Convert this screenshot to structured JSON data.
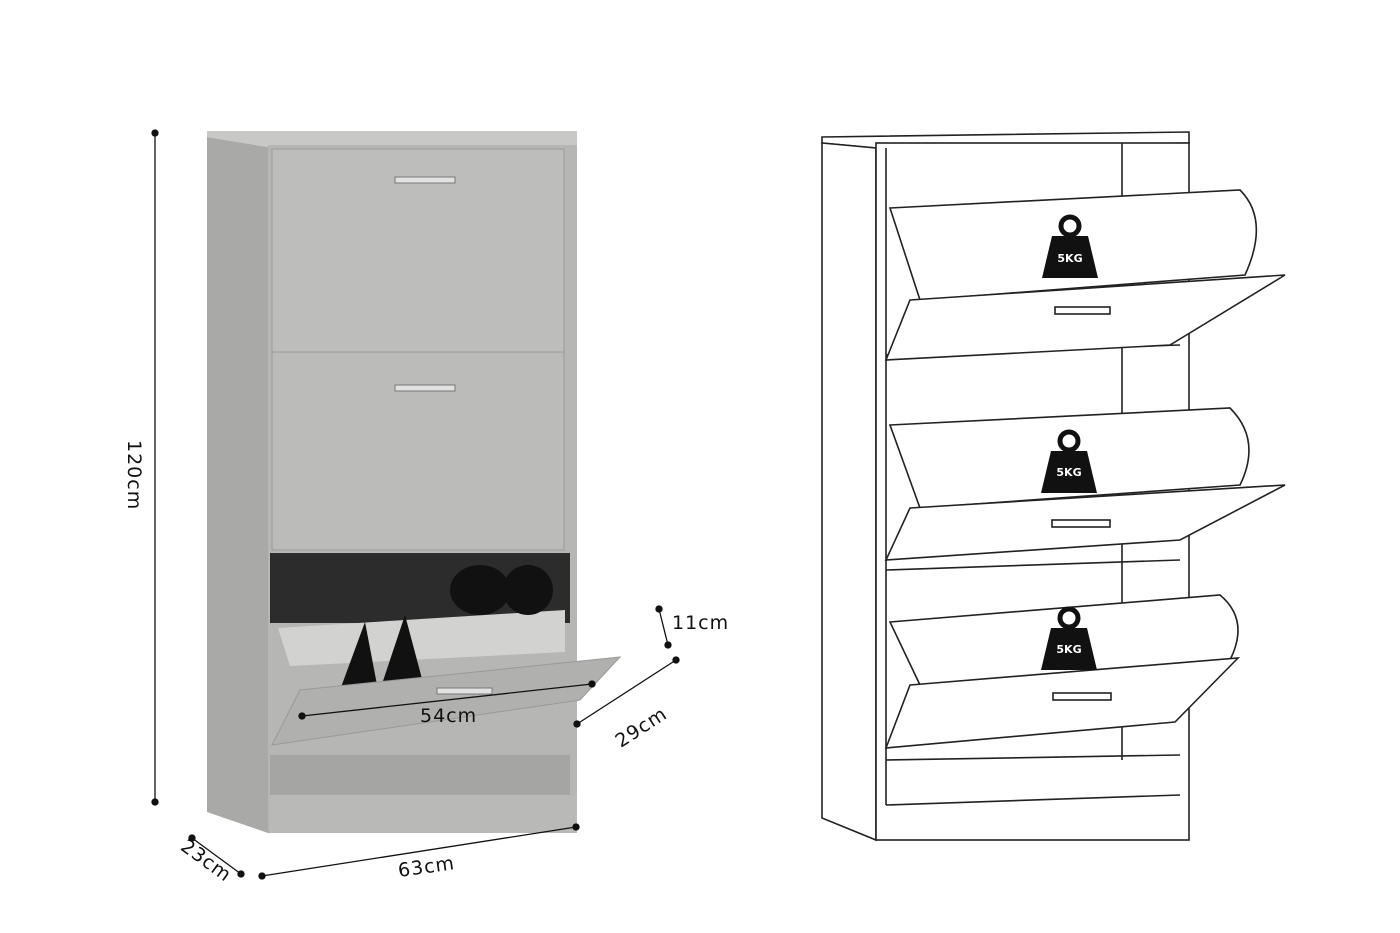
{
  "dimensions": {
    "height": "120cm",
    "width": "63cm",
    "depth": "23cm",
    "inner_width": "54cm",
    "flap_depth": "29cm",
    "flap_gap": "11cm"
  },
  "load_labels": [
    "5KG",
    "5KG",
    "5KG"
  ],
  "colors": {
    "cabinet": "#b9b9b7",
    "cabinet_dark": "#8f8f8d",
    "line": "#222222",
    "weight": "#111111"
  }
}
